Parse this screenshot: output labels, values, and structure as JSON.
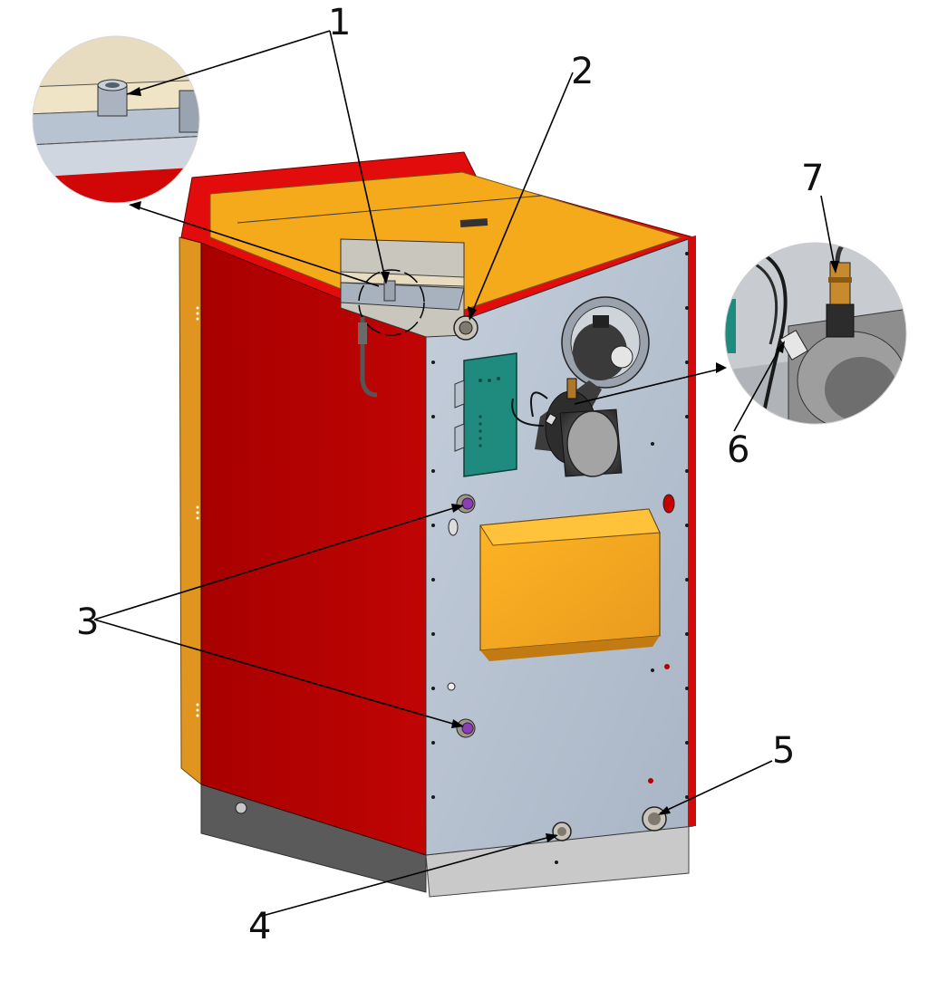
{
  "callouts": [
    {
      "id": "1",
      "text": "1"
    },
    {
      "id": "2",
      "text": "2"
    },
    {
      "id": "3",
      "text": "3"
    },
    {
      "id": "4",
      "text": "4"
    },
    {
      "id": "5",
      "text": "5"
    },
    {
      "id": "6",
      "text": "6"
    },
    {
      "id": "7",
      "text": "7"
    }
  ],
  "colors": {
    "side_red": "#b40000",
    "top_red": "#e10a0a",
    "top_orange": "#f5a81c",
    "front_orange": "#f2a024",
    "back_panel": "#b3bfce",
    "base": "#5e5e5e",
    "base_front": "#c8c8c8",
    "control_board": "#1f8b7e",
    "fitting_purple": "#8a3fb5",
    "fan_body": "#3a3a3a"
  }
}
